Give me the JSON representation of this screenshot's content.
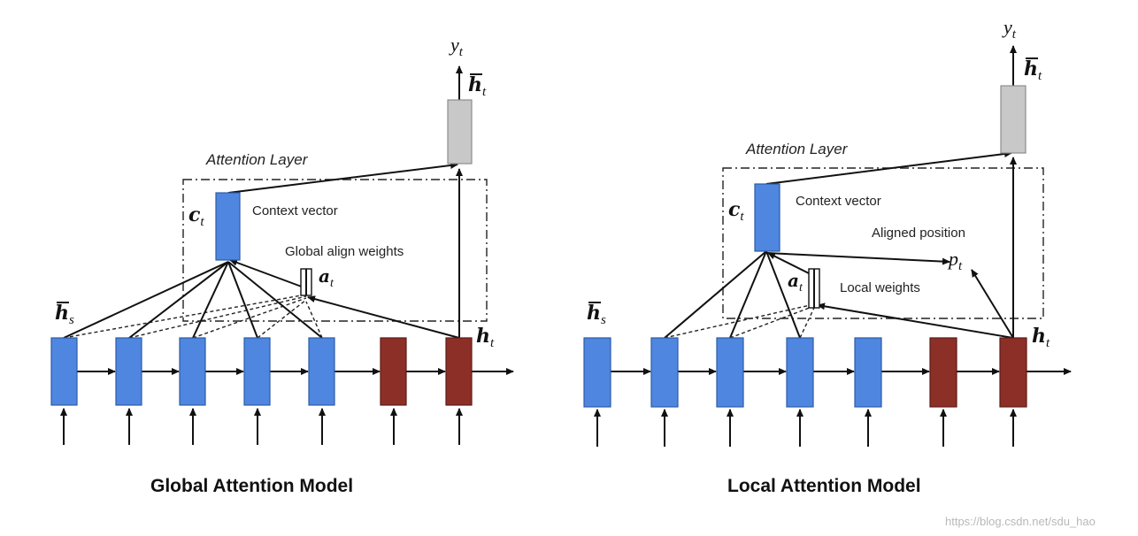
{
  "global": {
    "title": "Global Attention Model",
    "layer_label": "Attention Layer",
    "context_label": "Context vector",
    "weights_label": "Global align weights",
    "ct": "c",
    "ct_sub": "t",
    "at": "a",
    "at_sub": "t",
    "hs": "h",
    "hs_sub": "s",
    "ht": "h",
    "ht_sub": "t",
    "htilde": "h",
    "htilde_sub": "t",
    "yt": "y",
    "yt_sub": "t"
  },
  "local": {
    "title": "Local Attention Model",
    "layer_label": "Attention Layer",
    "context_label": "Context vector",
    "position_label": "Aligned position",
    "weights_label": "Local weights",
    "ct": "c",
    "ct_sub": "t",
    "at": "a",
    "at_sub": "t",
    "pt": "p",
    "pt_sub": "t",
    "hs": "h",
    "hs_sub": "s",
    "ht": "h",
    "ht_sub": "t",
    "htilde": "h",
    "htilde_sub": "t",
    "yt": "y",
    "yt_sub": "t"
  },
  "watermark": "https://blog.csdn.net/sdu_hao",
  "colors": {
    "source_state": "#4f86e0",
    "target_state": "#8c2f27",
    "attentional_state": "#c8c8c8"
  }
}
